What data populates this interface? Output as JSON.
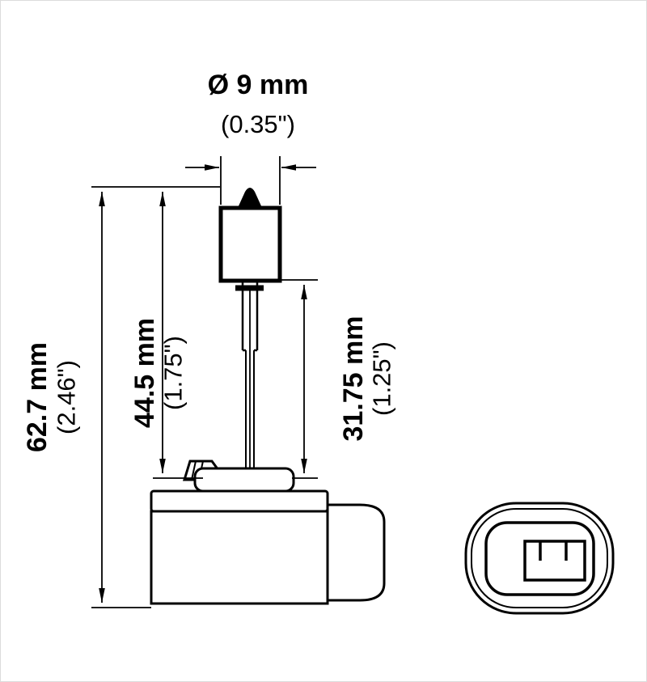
{
  "page": {
    "background": "#ffffff",
    "line_color": "#000000"
  },
  "drawing": {
    "diameter": {
      "metric": "Ø 9 mm",
      "imperial": "(0.35\")"
    },
    "overall_length": {
      "metric": "62.7 mm",
      "imperial": "(2.46\")"
    },
    "tip_to_reference": {
      "metric": "44.5 mm",
      "imperial": "(1.75\")"
    },
    "seal_to_reference": {
      "metric": "31.75 mm",
      "imperial": "(1.25\")"
    }
  }
}
